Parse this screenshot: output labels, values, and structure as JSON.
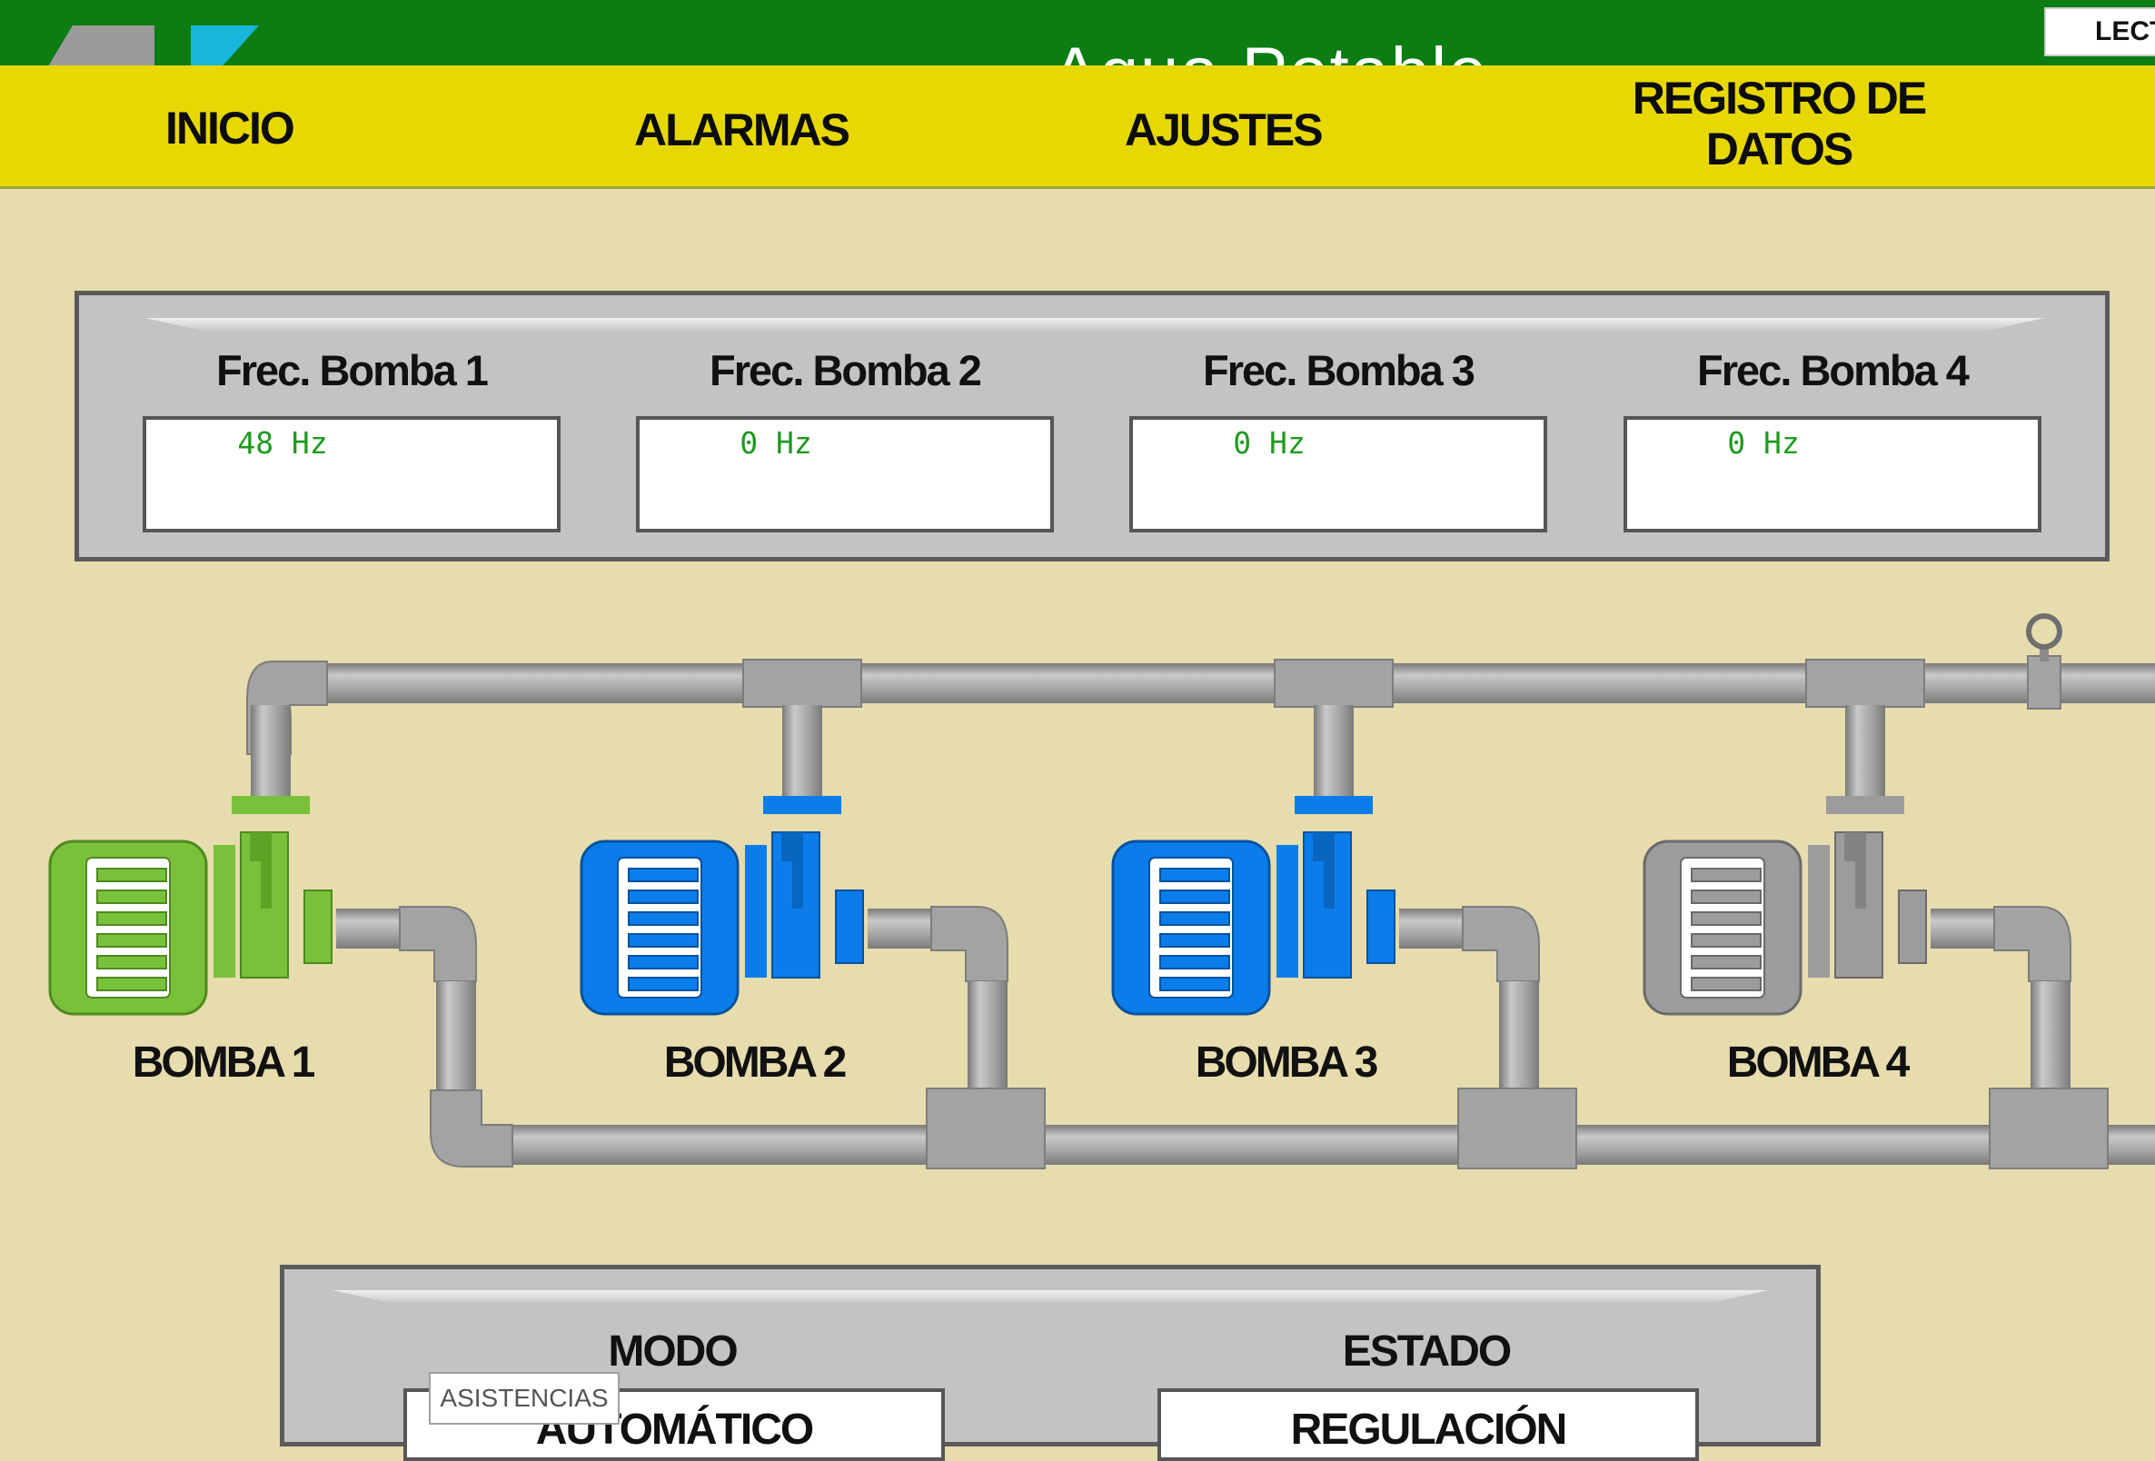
{
  "header": {
    "app_title": "Agua Potable",
    "right_button": "LECT"
  },
  "nav": {
    "inicio": "INICIO",
    "alarmas": "ALARMAS",
    "ajustes": "AJUSTES",
    "registro_line1": "REGISTRO DE",
    "registro_line2": "DATOS"
  },
  "frequencies": [
    {
      "label": "Frec. Bomba 1",
      "value": "48 Hz"
    },
    {
      "label": "Frec. Bomba 2",
      "value": "0 Hz"
    },
    {
      "label": "Frec. Bomba 3",
      "value": "0 Hz"
    },
    {
      "label": "Frec. Bomba 4",
      "value": "0 Hz"
    }
  ],
  "pumps": [
    {
      "label": "BOMBA 1",
      "state": "running",
      "color": "#79c13a"
    },
    {
      "label": "BOMBA 2",
      "state": "standby",
      "color": "#0b7dea"
    },
    {
      "label": "BOMBA 3",
      "state": "standby",
      "color": "#0b7dea"
    },
    {
      "label": "BOMBA 4",
      "state": "off",
      "color": "#9c9c9c"
    }
  ],
  "status_panel": {
    "mode_label": "MODO",
    "mode_value": "AUTOMÁTICO",
    "state_label": "ESTADO",
    "state_value": "REGULACIÓN"
  },
  "tooltip": "ASISTENCIAS",
  "colors": {
    "header_green": "#0b7d12",
    "nav_yellow": "#e7d803",
    "background": "#e6dcad",
    "frequency_text": "#1f9a1f",
    "pipe_gray": "#a6a6a6"
  }
}
